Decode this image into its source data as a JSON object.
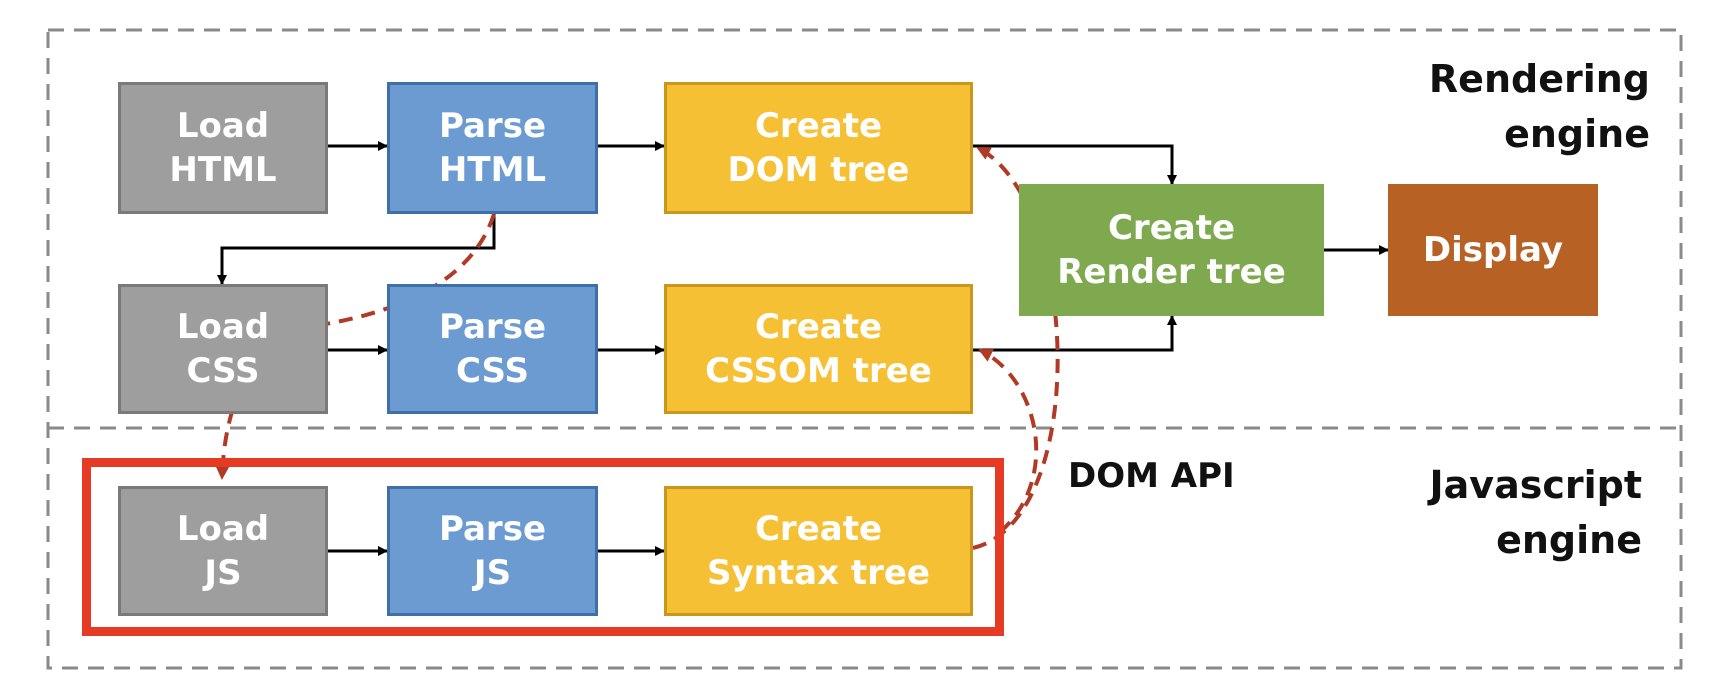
{
  "engines": {
    "rendering": "Rendering\nengine",
    "javascript": "Javascript\nengine"
  },
  "boxes": {
    "load_html": "Load\nHTML",
    "parse_html": "Parse\nHTML",
    "create_dom": "Create\nDOM tree",
    "load_css": "Load\nCSS",
    "parse_css": "Parse\nCSS",
    "create_cssom": "Create\nCSSOM tree",
    "create_render": "Create\nRender tree",
    "display": "Display",
    "load_js": "Load\nJS",
    "parse_js": "Parse\nJS",
    "create_syntax": "Create\nSyntax tree"
  },
  "dom_api_label": "DOM API",
  "colors": {
    "gray": "#9e9e9e",
    "blue": "#6b9bd1",
    "yellow": "#f6c034",
    "green": "#7ea94f",
    "brown": "#b86124",
    "highlight": "#e53a24",
    "dashed_arrow": "#b03a26",
    "dashed_border": "#8a8a8a"
  }
}
